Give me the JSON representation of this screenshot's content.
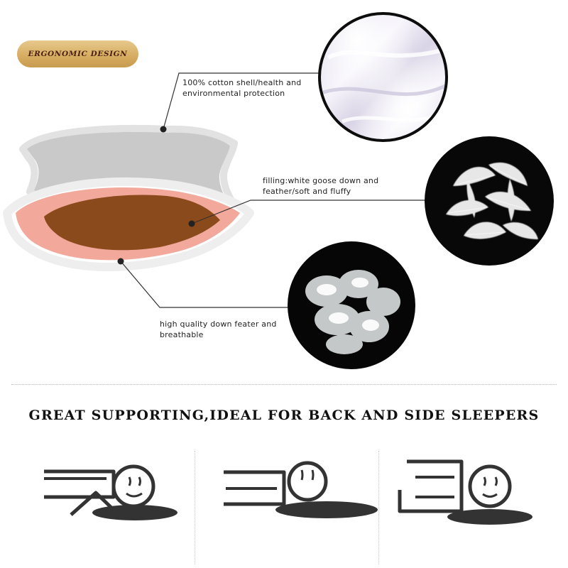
{
  "badge": {
    "label": "ERGONOMIC DESIGN"
  },
  "callouts": {
    "shell": {
      "line1": "100% cotton shell/health and",
      "line2": "environmental protection"
    },
    "filling": {
      "line1": "filling:white goose down and",
      "line2": "feather/soft and fluffy"
    },
    "down": {
      "line1": "high quality down feater and",
      "line2": "breathable"
    }
  },
  "headline": "GREAT SUPPORTING,IDEAL FOR BACK AND SIDE SLEEPERS",
  "colors": {
    "badge_gold": "#d7ae63",
    "badge_text": "#4a1f12",
    "pillow_gray": "#c9c9c9",
    "pillow_pink": "#f2a99c",
    "pillow_core": "#8b4a1b",
    "icon_dark": "#333333"
  },
  "icons": [
    "pillow-diagram-icon",
    "cotton-swatch-image",
    "feather-image",
    "down-cluster-image",
    "side-sleeper-icon",
    "back-sleeper-icon",
    "stomach-sleeper-icon"
  ]
}
